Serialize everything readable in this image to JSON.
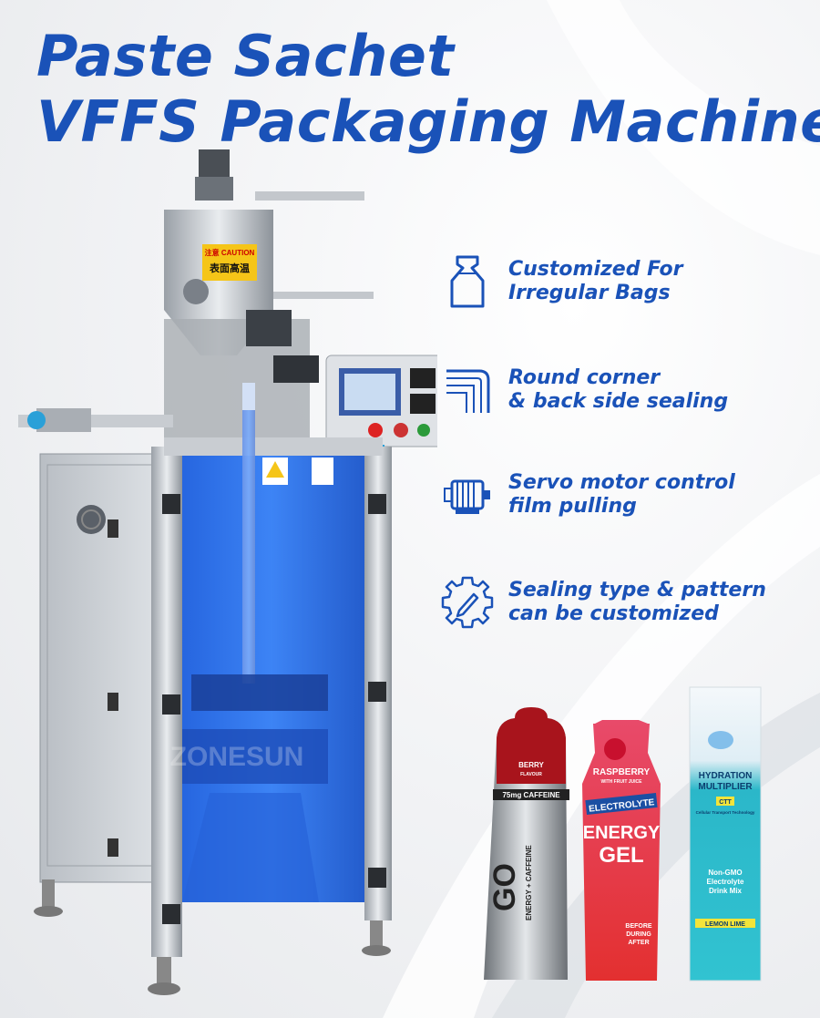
{
  "headline": {
    "line1": "Paste Sachet",
    "line2": "VFFS Packaging Machine"
  },
  "features": [
    {
      "icon": "bag-shape-icon",
      "line1": "Customized For",
      "line2": "Irregular Bags"
    },
    {
      "icon": "corner-seal-icon",
      "line1": "Round corner",
      "line2": "& back side sealing"
    },
    {
      "icon": "servo-motor-icon",
      "line1": "Servo motor control",
      "line2": "film pulling"
    },
    {
      "icon": "gear-pencil-icon",
      "line1": "Sealing type & pattern",
      "line2": "can be customized"
    }
  ],
  "machine": {
    "caution_label": "注意 CAUTION",
    "caution_sub": "表面高温",
    "watermark": "ZONESUN"
  },
  "sachets": {
    "go_gel": {
      "flavor": "BERRY",
      "flavor_sub": "FLAVOUR",
      "caffeine": "75mg CAFFEINE",
      "brand": "GO",
      "brand_sub": "ENERGY + CAFFEINE"
    },
    "energy_gel": {
      "flavor": "RASPBERRY",
      "flavor_sub": "WITH FRUIT JUICE",
      "band": "ELECTROLYTE",
      "name1": "ENERGY",
      "name2": "GEL",
      "tag1": "BEFORE",
      "tag2": "DURING",
      "tag3": "AFTER"
    },
    "hydration": {
      "line1": "HYDRATION",
      "line2": "MULTIPLIER",
      "badge": "CTT",
      "sub": "Cellular Transport Technology",
      "desc1": "Non-GMO",
      "desc2": "Electrolyte",
      "desc3": "Drink Mix",
      "flavor": "LEMON LIME"
    }
  }
}
